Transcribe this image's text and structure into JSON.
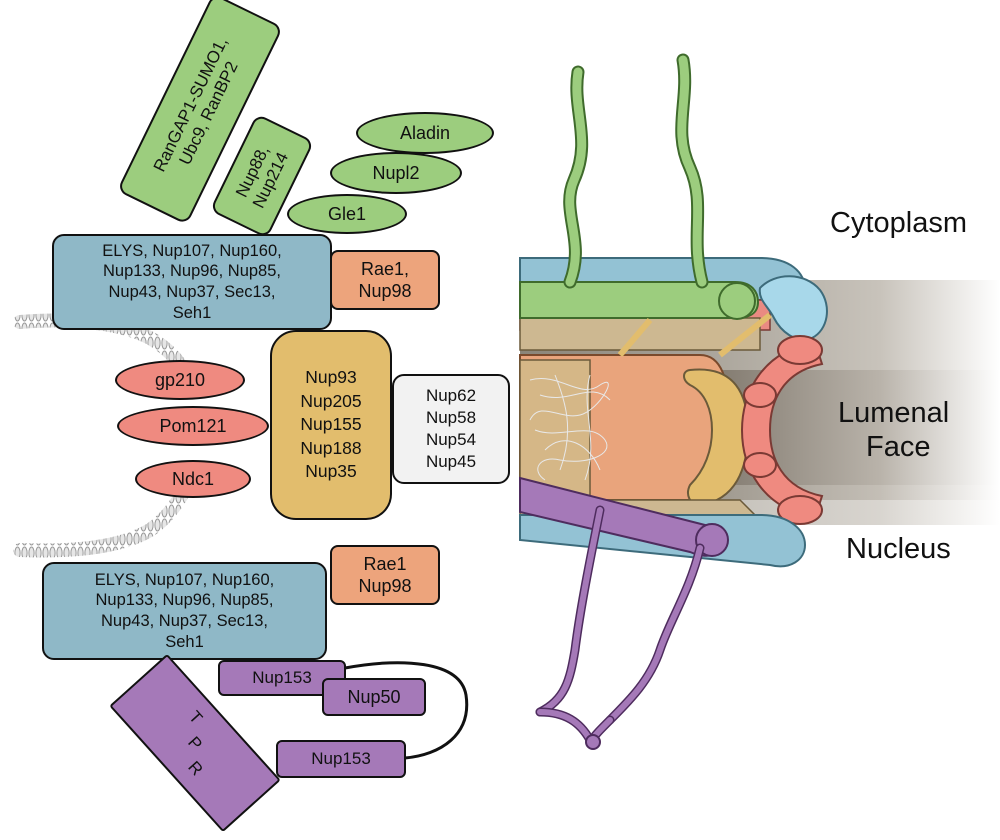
{
  "left_diagram": {
    "cytoplasmic_filaments": {
      "ranbp2_complex": [
        "RanGAP1-SUMO1,",
        "Ubc9, RanBP2"
      ],
      "nup88_complex": [
        "Nup88,",
        "Nup214"
      ]
    },
    "cytoplasmic_ovals": [
      "Aladin",
      "Nupl2",
      "Gle1"
    ],
    "outer_ring_top": [
      "ELYS, Nup107, Nup160,",
      "Nup133, Nup96, Nup85,",
      "Nup43, Nup37, Sec13,",
      "Seh1"
    ],
    "rae1_top": [
      "Rae1,",
      "Nup98"
    ],
    "membrane_proteins": [
      "gp210",
      "Pom121",
      "Ndc1"
    ],
    "inner_ring": [
      "Nup93",
      "Nup205",
      "Nup155",
      "Nup188",
      "Nup35"
    ],
    "central_fg": [
      "Nup62",
      "Nup58",
      "Nup54",
      "Nup45"
    ],
    "rae1_bottom": [
      "Rae1",
      "Nup98"
    ],
    "outer_ring_bottom": [
      "ELYS, Nup107, Nup160,",
      "Nup133, Nup96, Nup85,",
      "Nup43, Nup37, Sec13,",
      "Seh1"
    ],
    "nuclear_basket": {
      "nup153_upper": "Nup153",
      "nup50": "Nup50",
      "nup153_lower": "Nup153",
      "tpr": [
        "T",
        "P",
        "R"
      ]
    }
  },
  "right_diagram": {
    "region_labels": {
      "cytoplasm": "Cytoplasm",
      "lumenal_face": [
        "Lumenal",
        "Face"
      ],
      "nucleus": "Nucleus"
    }
  },
  "colors": {
    "cytoplasmic_filament_green": "#9ccd7e",
    "outer_ring_blue": "#8fb8c7",
    "rae1_orange": "#eda47c",
    "membrane_red": "#ef8a80",
    "inner_ring_gold": "#e2bd6d",
    "central_channel_white": "#f2f2f2",
    "basket_purple": "#a579b8"
  }
}
